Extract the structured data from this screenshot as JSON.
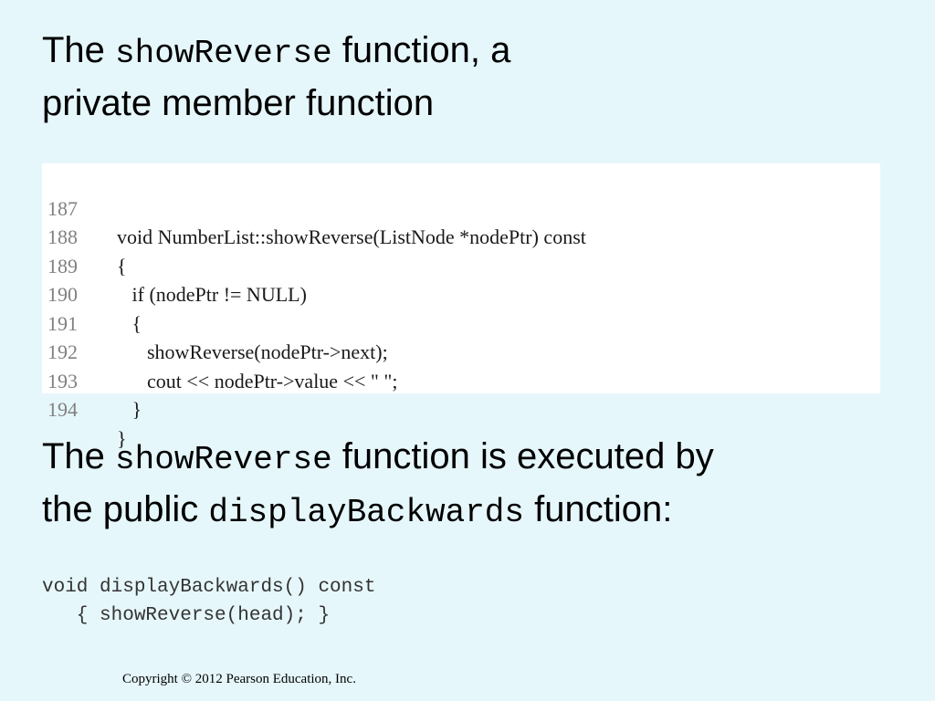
{
  "heading1": {
    "text_a": "The ",
    "code": "showReverse",
    "text_b": " function, a",
    "line2": "private member function"
  },
  "code_listing": {
    "lines": [
      {
        "no": "187",
        "code": "void NumberList::showReverse(ListNode *nodePtr) const"
      },
      {
        "no": "188",
        "code": "{"
      },
      {
        "no": "189",
        "code": "   if (nodePtr != NULL)"
      },
      {
        "no": "190",
        "code": "   {"
      },
      {
        "no": "191",
        "code": "      showReverse(nodePtr->next);"
      },
      {
        "no": "192",
        "code": "      cout << nodePtr->value << \" \";"
      },
      {
        "no": "193",
        "code": "   }"
      },
      {
        "no": "194",
        "code": "}"
      }
    ]
  },
  "heading2": {
    "text_a": "The ",
    "code_a": "showReverse",
    "text_b": " function is executed by",
    "text_c": "the public ",
    "code_b": "displayBackwards",
    "text_d": " function:"
  },
  "snippet": {
    "line1": "void displayBackwards() const",
    "line2": "   { showReverse(head); }"
  },
  "footer": {
    "copyright": "Copyright © 2012 Pearson Education, Inc."
  }
}
